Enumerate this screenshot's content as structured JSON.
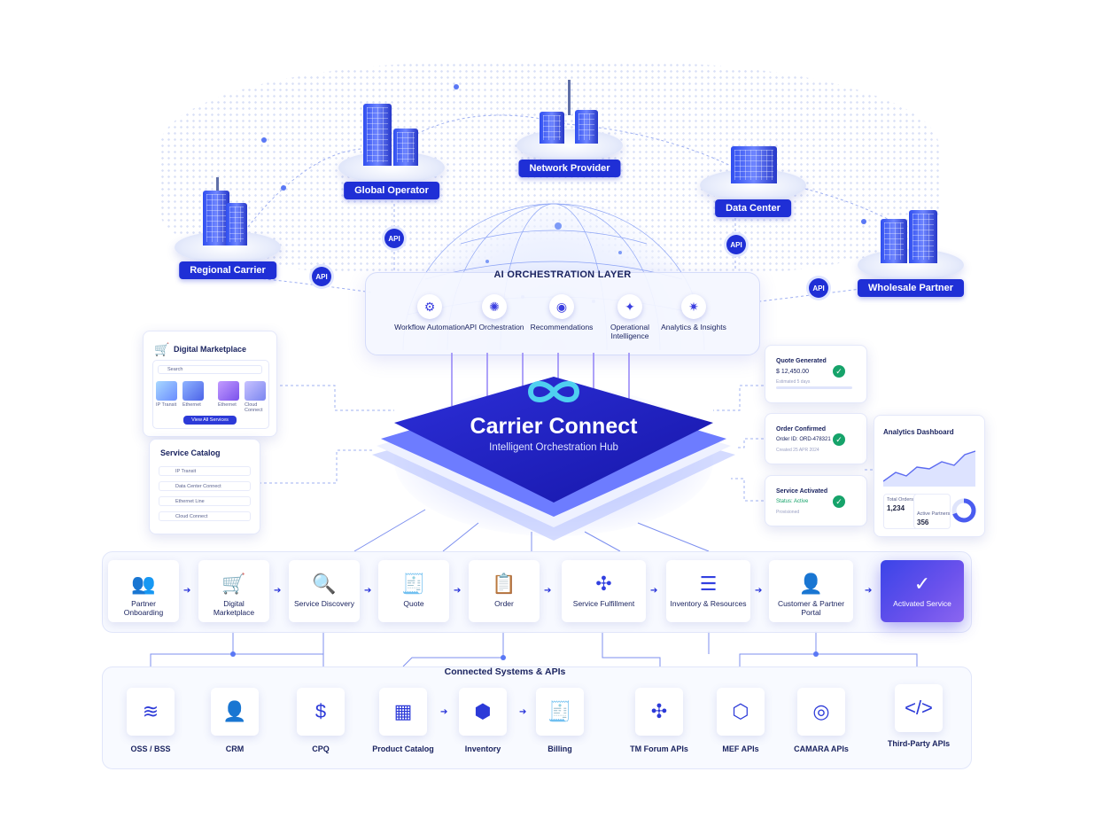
{
  "nodes": {
    "regional_carrier": "Regional Carrier",
    "global_operator": "Global Operator",
    "network_provider": "Network Provider",
    "data_center": "Data Center",
    "wholesale_partner": "Wholesale Partner"
  },
  "api_label": "API",
  "ai_layer": {
    "title": "AI ORCHESTRATION LAYER",
    "items": [
      "Workflow Automation",
      "API Orchestration",
      "Recommendations",
      "Operational Intelligence",
      "Analytics & Insights"
    ]
  },
  "hub": {
    "title": "Carrier Connect",
    "subtitle": "Intelligent Orchestration Hub"
  },
  "marketplace": {
    "title": "Digital Marketplace",
    "search_placeholder": "Search",
    "tiles": [
      "IP Transit",
      "Ethernet",
      "Ethernet",
      "Cloud Connect"
    ],
    "button": "View All Services"
  },
  "catalog": {
    "title": "Service Catalog",
    "items": [
      "IP Transit",
      "Data Center Connect",
      "Ethernet Line",
      "Cloud Connect"
    ]
  },
  "status_cards": [
    {
      "title": "Quote Generated",
      "value": "$ 12,450.00",
      "sub": "Estimated 5 days"
    },
    {
      "title": "Order Confirmed",
      "value": "Order ID: ORD-478321",
      "sub": "Created 25 APR 2024"
    },
    {
      "title": "Service Activated",
      "value": "Status: Active",
      "sub": "Provisioned"
    }
  ],
  "analytics": {
    "title": "Analytics Dashboard",
    "total_orders_label": "Total Orders",
    "total_orders": "1,234",
    "active_partners_label": "Active Partners",
    "active_partners": "356"
  },
  "flow": [
    "Partner Onboarding",
    "Digital Marketplace",
    "Service Discovery",
    "Quote",
    "Order",
    "Service Fulfillment",
    "Inventory & Resources",
    "Customer & Partner Portal",
    "Activated Service"
  ],
  "systems": {
    "title": "Connected Systems & APIs",
    "items": [
      "OSS / BSS",
      "CRM",
      "CPQ",
      "Product Catalog",
      "Inventory",
      "Billing",
      "TM Forum APIs",
      "MEF APIs",
      "CAMARA APIs",
      "Third-Party APIs"
    ]
  },
  "colors": {
    "brand": "#1f2fd6",
    "accent": "#6b52ec",
    "success": "#16a36a"
  }
}
